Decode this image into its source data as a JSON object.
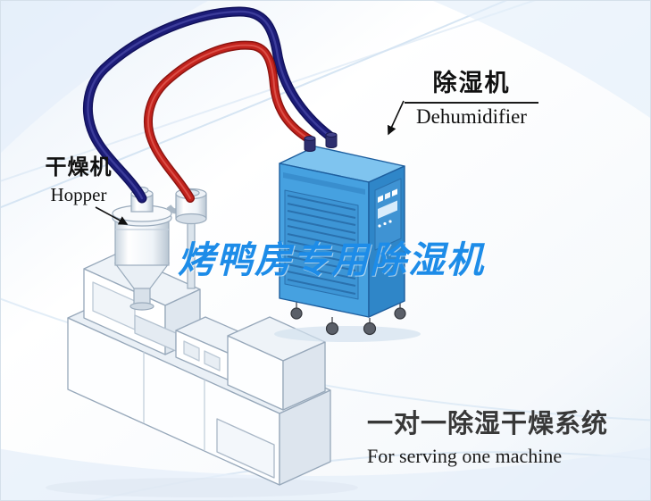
{
  "scene": {
    "watermark": {
      "text": "烤鸭房专用除湿机",
      "color": "#1d8ce8"
    },
    "labels": {
      "hopper": {
        "cn": "干燥机",
        "en": "Hopper"
      },
      "dehumidifier": {
        "cn": "除湿机",
        "en": "Dehumidifier"
      }
    },
    "caption": {
      "cn": "一对一除湿干燥系统",
      "en": "For serving one machine"
    },
    "colors": {
      "pipe_red": "#c2221c",
      "pipe_red_dark": "#8c1410",
      "pipe_red_light": "#e4635a",
      "pipe_navy": "#1c1c78",
      "pipe_navy_dark": "#12125c",
      "pipe_navy_light": "#4a4aa8",
      "unit_front": "#46a1e0",
      "unit_side": "#2f86c8",
      "unit_top": "#7fc4ef",
      "unit_slat": "#2a71ae"
    }
  }
}
